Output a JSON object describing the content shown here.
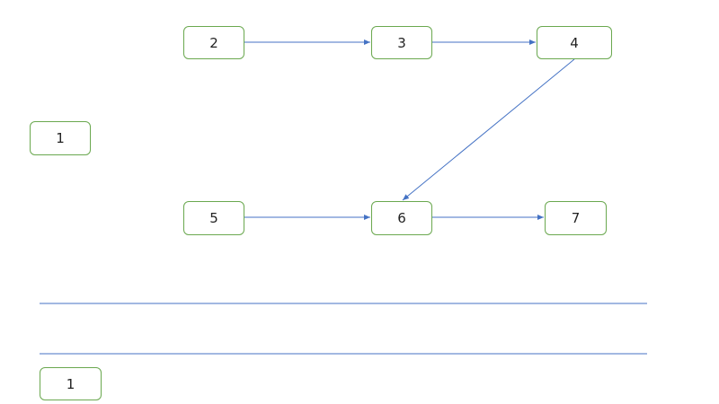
{
  "colors": {
    "node_border": "#6aa84f",
    "connector": "#4472c4",
    "text": "#222222",
    "background": "#ffffff"
  },
  "nodes": {
    "n1a": "1",
    "n2": "2",
    "n3": "3",
    "n4": "4",
    "n5": "5",
    "n6": "6",
    "n7": "7",
    "n1b": "1"
  },
  "edges": [
    {
      "from": "2",
      "to": "3"
    },
    {
      "from": "3",
      "to": "4"
    },
    {
      "from": "4",
      "to": "6"
    },
    {
      "from": "5",
      "to": "6"
    },
    {
      "from": "6",
      "to": "7"
    }
  ]
}
